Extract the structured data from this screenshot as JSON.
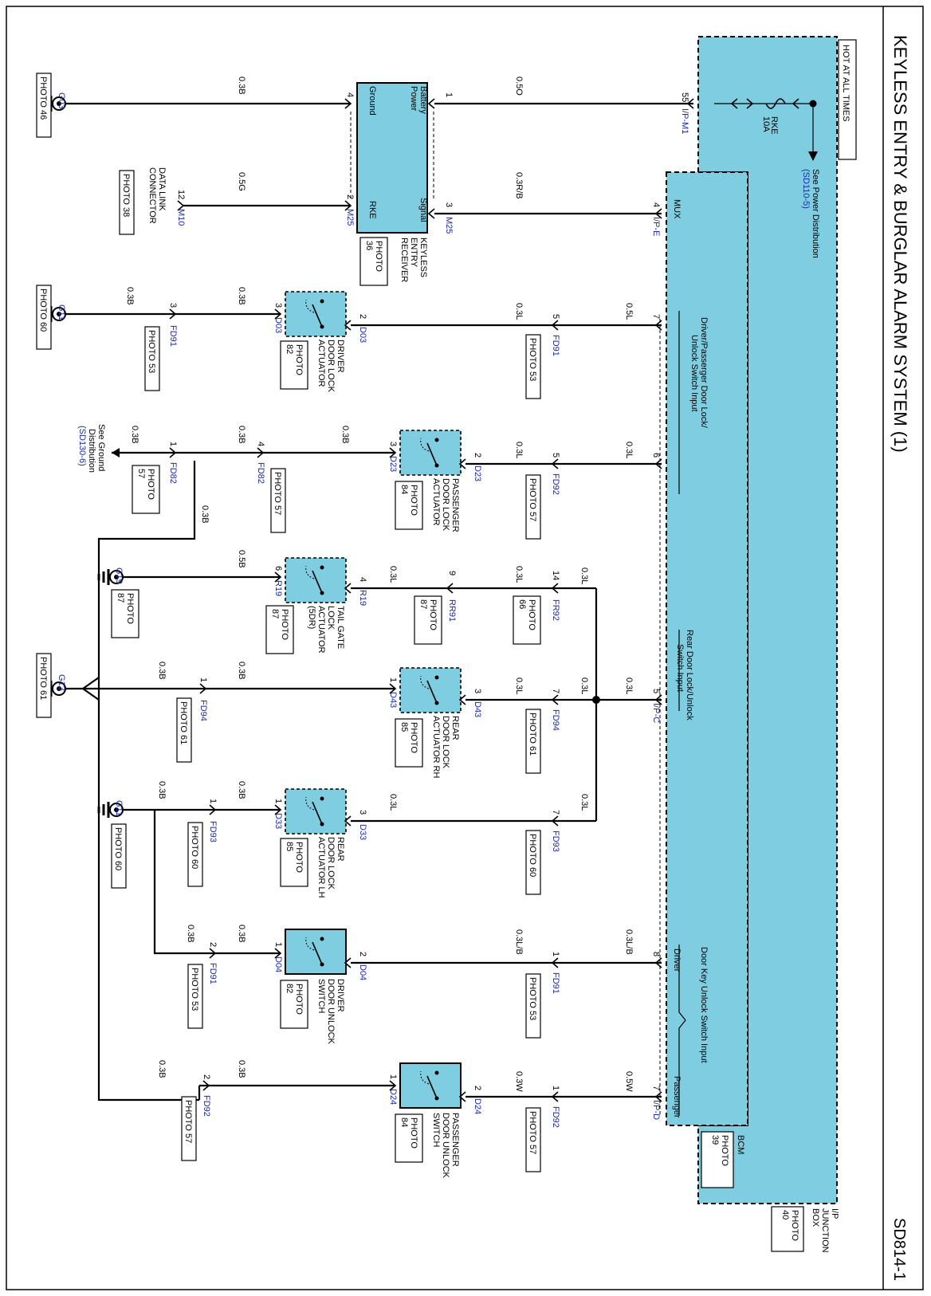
{
  "header": {
    "title": "KEYLESS ENTRY & BURGLAR ALARM SYSTEM (1)",
    "code": "SD814-1"
  },
  "power": {
    "hot_label": "HOT AT ALL TIMES",
    "fuse_name": "RKE",
    "fuse_amp": "10A",
    "see_text": "See Power Distribution",
    "see_ref": "(SD110-5)"
  },
  "junction_box": {
    "name": [
      "I/P",
      "JUNCTION",
      "BOX"
    ],
    "photo": [
      "PHOTO",
      "40"
    ]
  },
  "bcm": {
    "name": "BCM",
    "photo": [
      "PHOTO",
      "39"
    ],
    "mux_label": "MUX",
    "input1": [
      "Driver/Passerger Door Lock/",
      "Unlock Switch Input"
    ],
    "input2": [
      "Rear Door Lock/Unlock",
      "Switch Input"
    ],
    "input3": "Door Key Unlock Switch Input",
    "driver_label": "Driver",
    "passenger_label": "Passenger"
  },
  "receiver": {
    "label_battery": [
      "Battery",
      "Power"
    ],
    "label_ground": "Ground",
    "label_signal": "Signal",
    "label_rke": "RKE",
    "name": [
      "KEYLESS",
      "ENTRY",
      "RECEIVER"
    ],
    "photo": [
      "PHOTO",
      "36"
    ]
  },
  "dlc": {
    "name": [
      "DATA LINK",
      "CONNECTOR"
    ],
    "photo": "PHOTO 38"
  },
  "grounds": {
    "g03": "G03",
    "g03_photo": "PHOTO 46",
    "g11": "G11",
    "g11_photo": "PHOTO 60",
    "g19": "G19",
    "g19_photo": [
      "PHOTO",
      "87"
    ],
    "g13": "G13",
    "g13_photo": "PHOTO 61",
    "g11b": "G11",
    "g11b_photo": "PHOTO 60",
    "see_ground": [
      "See Ground",
      "Distribution"
    ],
    "see_ground_ref": "(SD130-6)"
  },
  "components": {
    "driver_lock": {
      "name": [
        "DRIVER",
        "DOOR LOCK",
        "ACTUATOR"
      ],
      "photo": [
        "PHOTO",
        "82"
      ]
    },
    "passenger_lock": {
      "name": [
        "PASSENGER",
        "DOOR LOCK",
        "ACTUATOR"
      ],
      "photo": [
        "PHOTO",
        "84"
      ]
    },
    "tailgate": {
      "name": [
        "TAIL GATE",
        "LOCK",
        "ACTUATOR",
        "(5DR)"
      ],
      "photo": [
        "PHOTO",
        "87"
      ]
    },
    "rear_rh": {
      "name": [
        "REAR",
        "DOOR LOCK",
        "ACTUATOR RH"
      ],
      "photo": [
        "PHOTO",
        "85"
      ]
    },
    "rear_lh": {
      "name": [
        "REAR",
        "DOOR LOCK",
        "ACTUATOR LH"
      ],
      "photo": [
        "PHOTO",
        "85"
      ]
    },
    "driver_unlock": {
      "name": [
        "DRIVER",
        "DOOR UNLOCK",
        "SWITCH"
      ],
      "photo": [
        "PHOTO",
        "82"
      ]
    },
    "passenger_unlock": {
      "name": [
        "PASSENGER",
        "DOOR UNLOCK",
        "SWITCH"
      ],
      "photo": [
        "PHOTO",
        "84"
      ]
    }
  },
  "connectors": {
    "ipm1": "I/P-M1",
    "ipe": "I/P-E",
    "ipc": "I/P-C",
    "ipd": "I/P-D",
    "m25": "M25",
    "m10": "M10",
    "d03": "D03",
    "d23": "D23",
    "r19": "R19",
    "d43": "D43",
    "d33": "D33",
    "d04": "D04",
    "d24": "D24",
    "fd91": "FD91",
    "fd92": "FD92",
    "fd82": "FD82",
    "rr91": "RR91",
    "fr92": "FR92",
    "fd94": "FD94",
    "fd93": "FD93"
  },
  "photos": {
    "p53": "PHOTO 53",
    "p57": "PHOTO 57",
    "p61": "PHOTO 61",
    "p60": "PHOTO 60",
    "p87": [
      "PHOTO",
      "87"
    ],
    "p66": [
      "PHOTO",
      "66"
    ],
    "p57b": [
      "PHOTO",
      "57"
    ]
  },
  "wires": {
    "w05o": "0.5O",
    "w03rb": "0.3R/B",
    "w05g": "0.5G",
    "w03b": "0.3B",
    "w03l": "0.3L",
    "w05l": "0.5L",
    "w05b": "0.5B",
    "w03lb": "0.3L/B",
    "w03w": "0.3W",
    "w05w": "0.5W"
  },
  "pins": {
    "p1": "1",
    "p2": "2",
    "p3": "3",
    "p4": "4",
    "p5": "5",
    "p6": "6",
    "p7": "7",
    "p8": "8",
    "p9": "9",
    "p12": "12",
    "p14": "14",
    "p55": "55"
  },
  "colors": {
    "zone": "#7fcde0",
    "link": "#1a2aa8"
  }
}
